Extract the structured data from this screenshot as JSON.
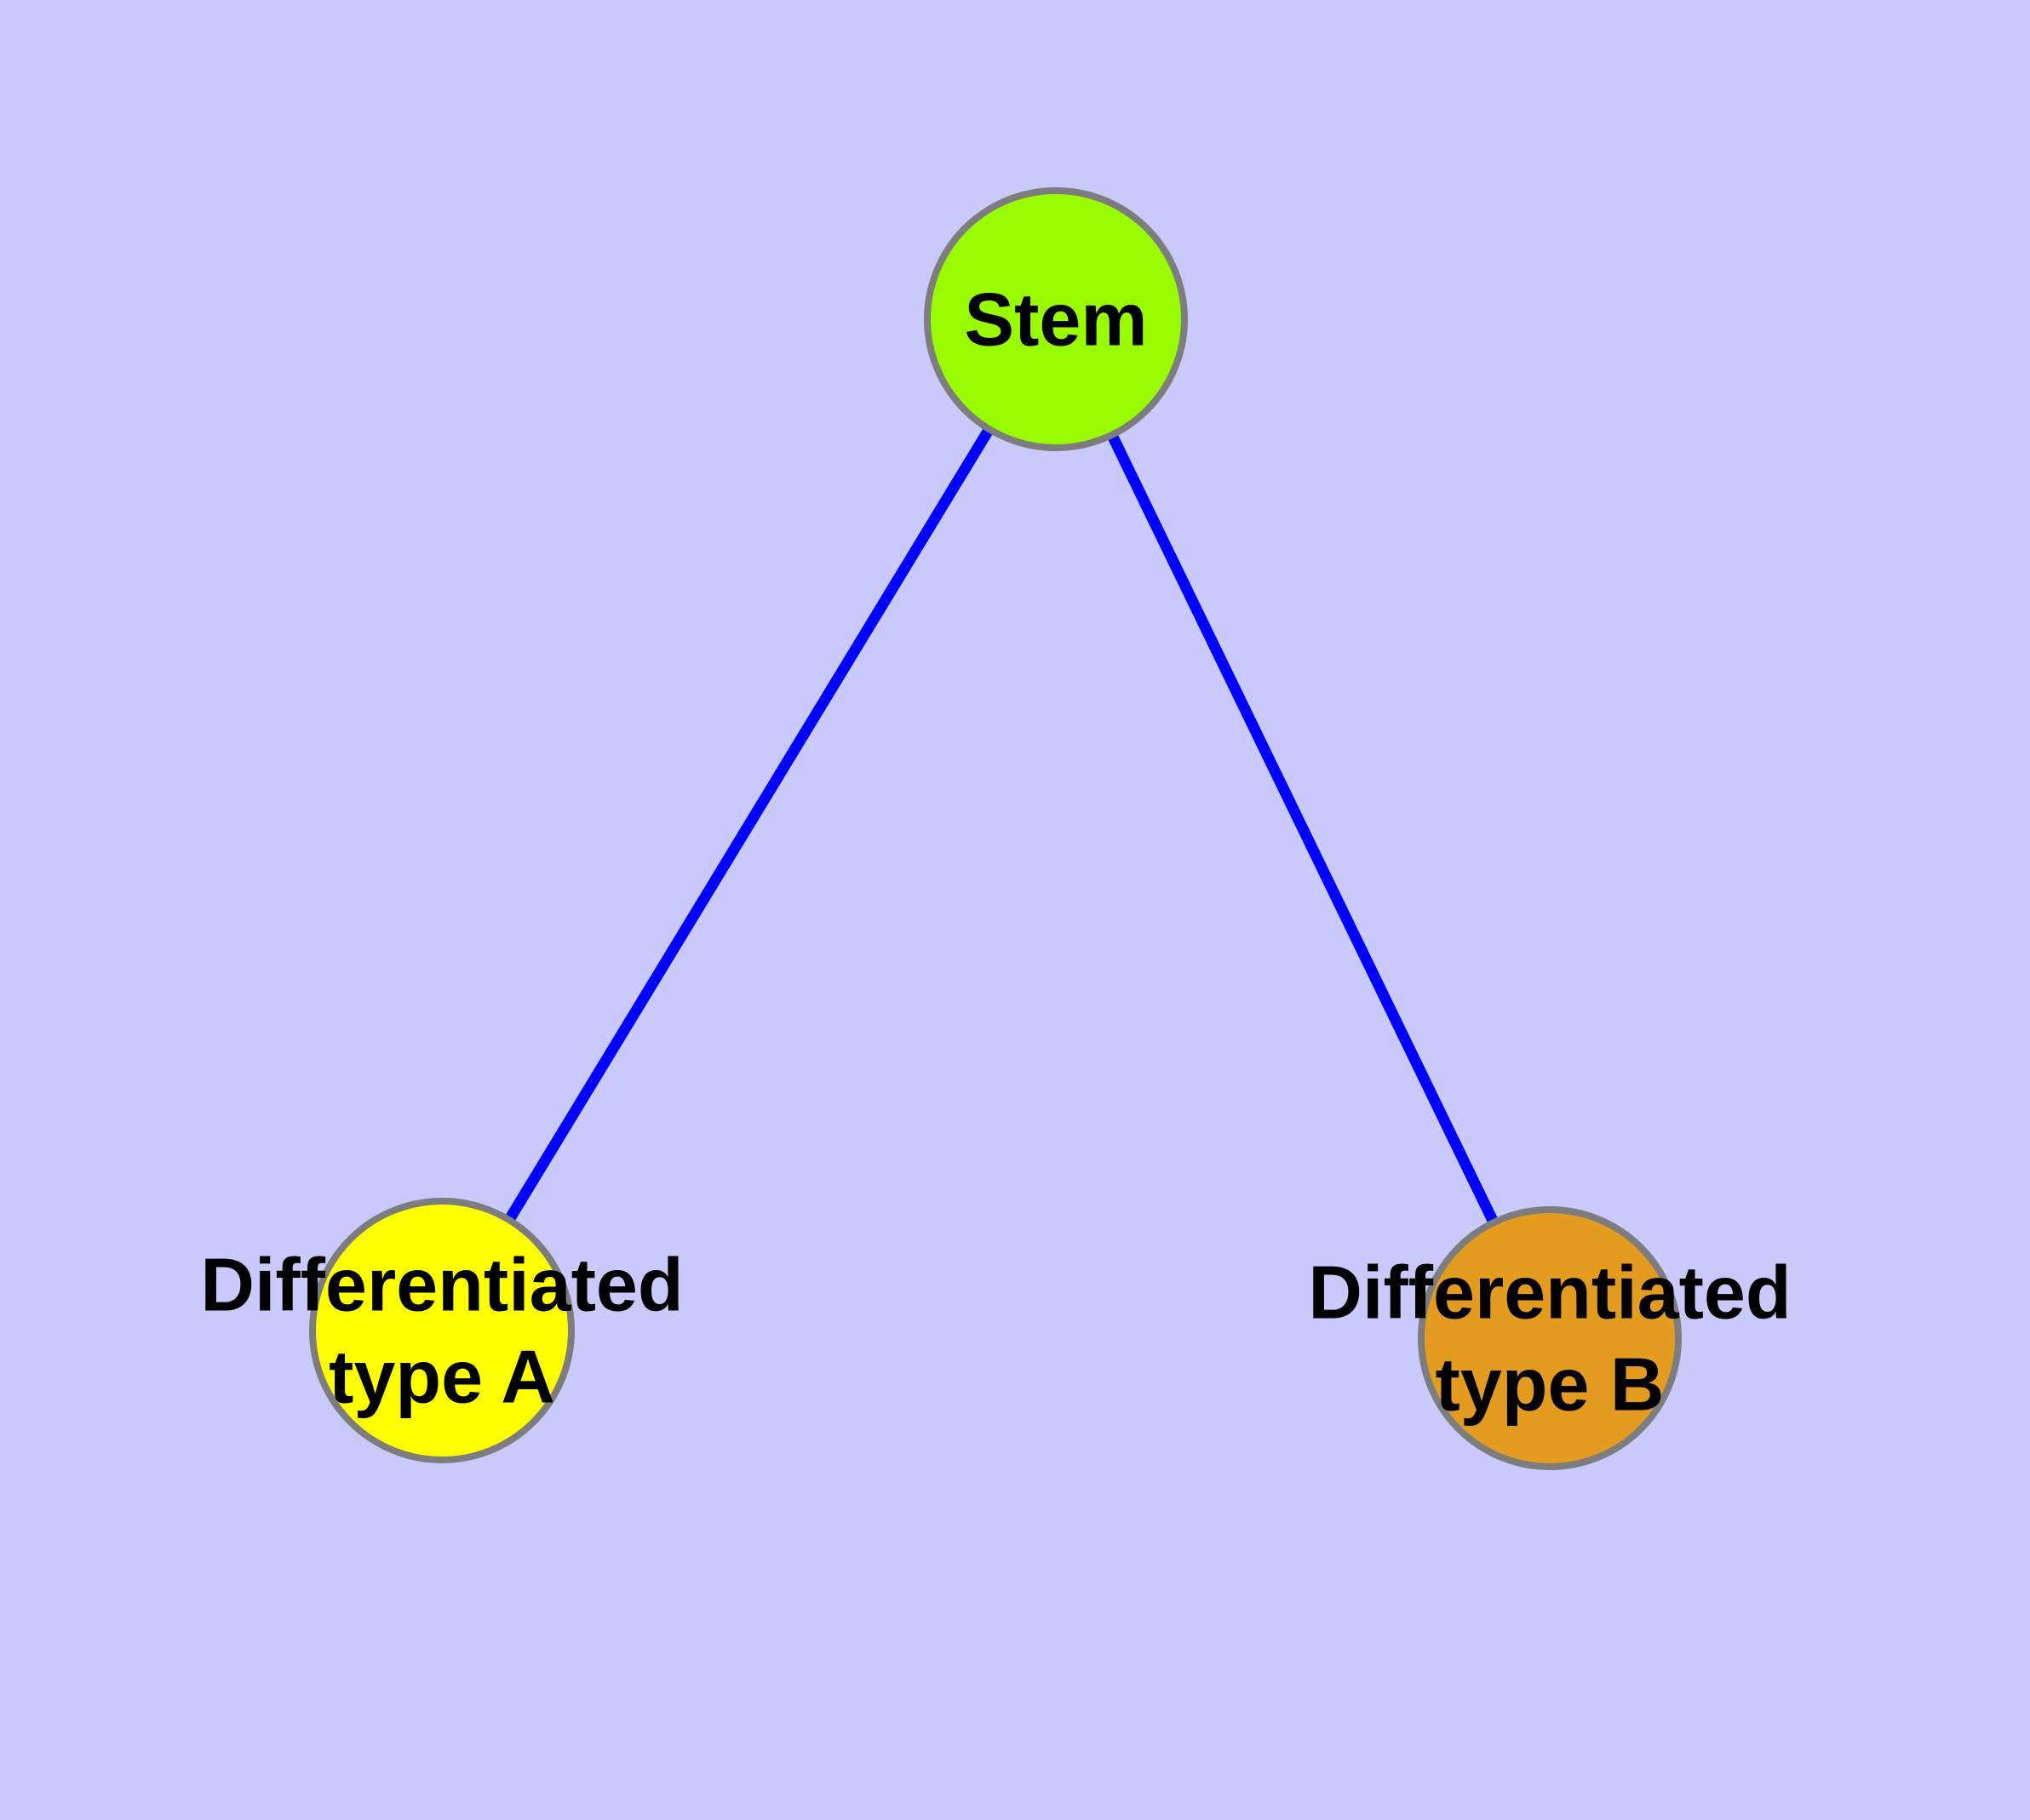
{
  "diagram": {
    "kind": "node-edge-graph",
    "background_color": "#c9c9fb",
    "edge_color": "#0000ff",
    "node_border_color": "#7d7d7d",
    "label_color": "#000000",
    "nodes": [
      {
        "id": "stem",
        "label": "Stem",
        "lines": [
          "Stem"
        ],
        "fill": "#98fb00"
      },
      {
        "id": "differentiated-type-a",
        "label": "Differentiated type A",
        "lines": [
          "Differentiated",
          "type A"
        ],
        "fill": "#ffff00"
      },
      {
        "id": "differentiated-type-b",
        "label": "Differentiated type B",
        "lines": [
          "Differentiated",
          "type B"
        ],
        "fill": "#e39b20"
      }
    ],
    "edges": [
      {
        "from": "stem",
        "to": "differentiated-type-a"
      },
      {
        "from": "stem",
        "to": "differentiated-type-b"
      }
    ]
  }
}
